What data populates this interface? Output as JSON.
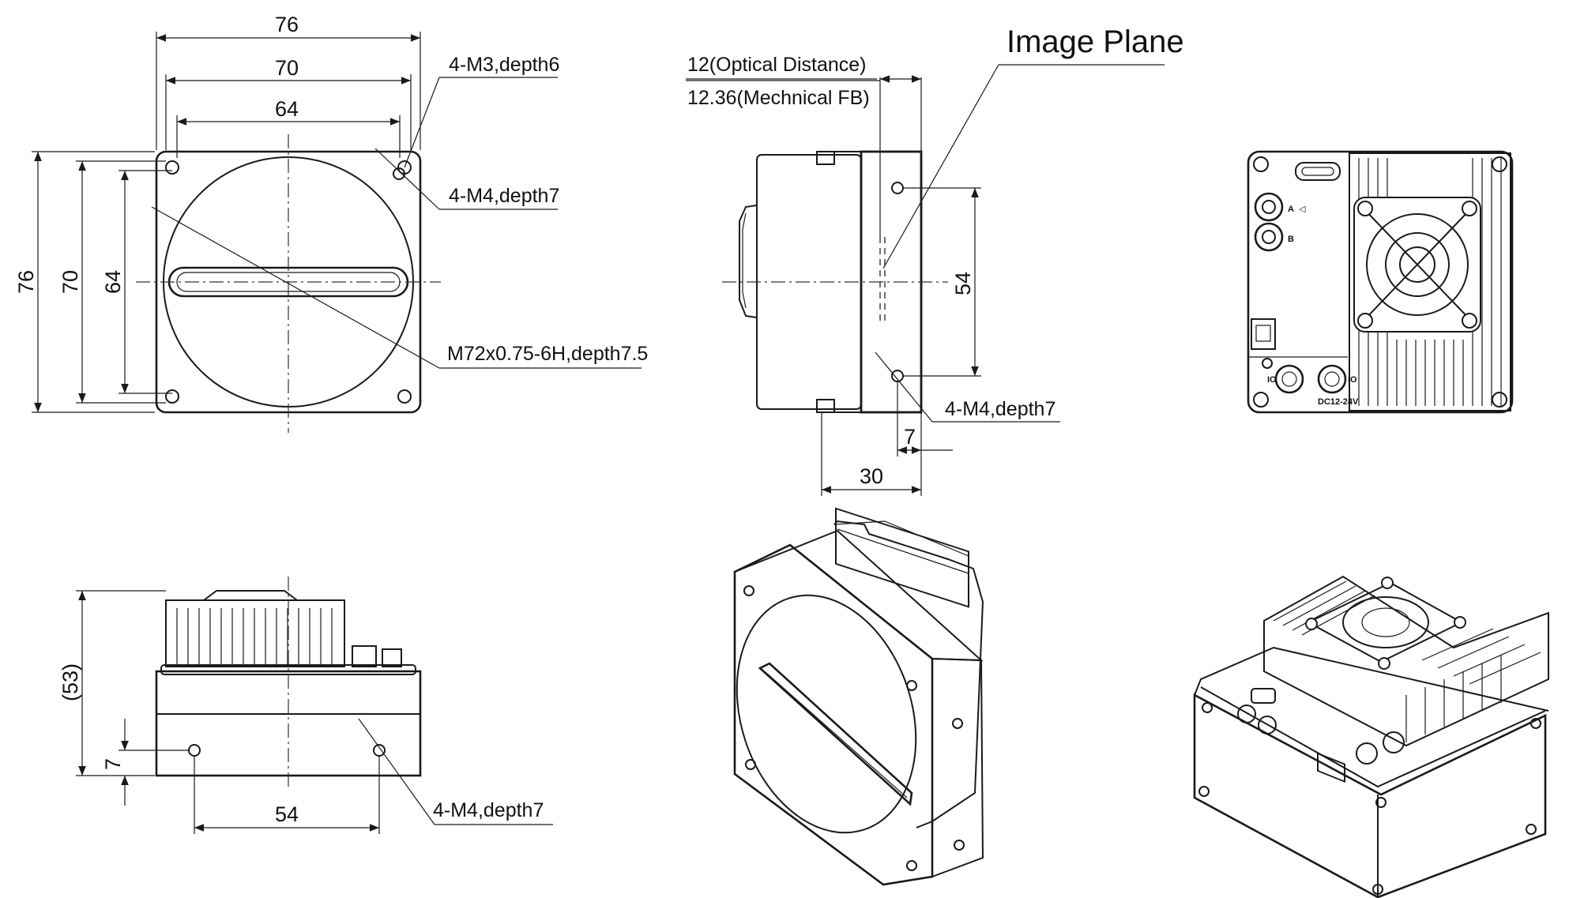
{
  "front_view": {
    "dim_width_76": "76",
    "dim_width_70": "70",
    "dim_width_64": "64",
    "dim_height_76": "76",
    "dim_height_70": "70",
    "dim_height_64": "64",
    "note_m3": "4-M3,depth6",
    "note_m4": "4-M4,depth7",
    "note_mount_thread": "M72x0.75-6H,depth7.5"
  },
  "side_view": {
    "title_image_plane": "Image Plane",
    "note_optical_distance": "12(Optical Distance)",
    "note_mechanical_fb": "12.36(Mechnical FB)",
    "dim_54": "54",
    "note_m4": "4-M4,depth7",
    "dim_7": "7",
    "dim_30": "30"
  },
  "rear_view": {
    "label_a": "A",
    "label_b": "B",
    "label_io_left": "IO",
    "label_io_right": "IO",
    "label_power": "DC12-24V"
  },
  "bottom_view": {
    "dim_53": "(53)",
    "dim_7": "7",
    "dim_54": "54",
    "note_m4": "4-M4,depth7"
  }
}
